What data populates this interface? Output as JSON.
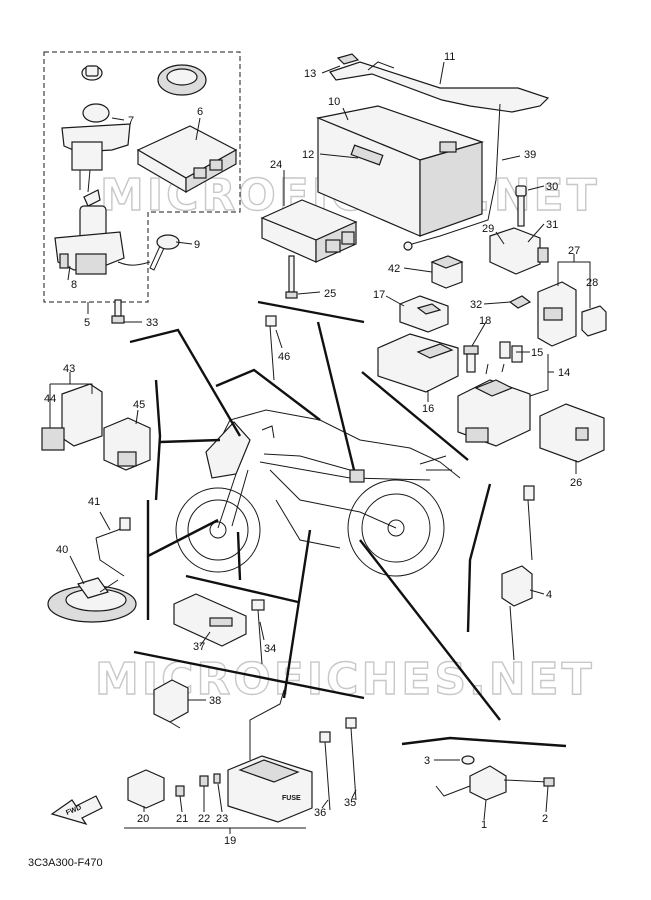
{
  "watermark": "MICROFICHES.NET",
  "diagram_code": "3C3A300-F470",
  "fwd_label": "FWD",
  "fuse_label": "FUSE",
  "callouts": {
    "p1": "1",
    "p2": "2",
    "p3": "3",
    "p4": "4",
    "p5": "5",
    "p6": "6",
    "p7": "7",
    "p8": "8",
    "p9": "9",
    "p10": "10",
    "p11": "11",
    "p12": "12",
    "p13": "13",
    "p14": "14",
    "p15": "15",
    "p16": "16",
    "p17": "17",
    "p18": "18",
    "p19": "19",
    "p20": "20",
    "p21": "21",
    "p22": "22",
    "p23": "23",
    "p24": "24",
    "p25": "25",
    "p26": "26",
    "p27": "27",
    "p28": "28",
    "p29": "29",
    "p30": "30",
    "p31": "31",
    "p32": "32",
    "p33": "33",
    "p34": "34",
    "p35": "35",
    "p36": "36",
    "p37": "37",
    "p38": "38",
    "p39": "39",
    "p40": "40",
    "p41": "41",
    "p42": "42",
    "p43": "43",
    "p44": "44",
    "p45": "45",
    "p46": "46"
  }
}
